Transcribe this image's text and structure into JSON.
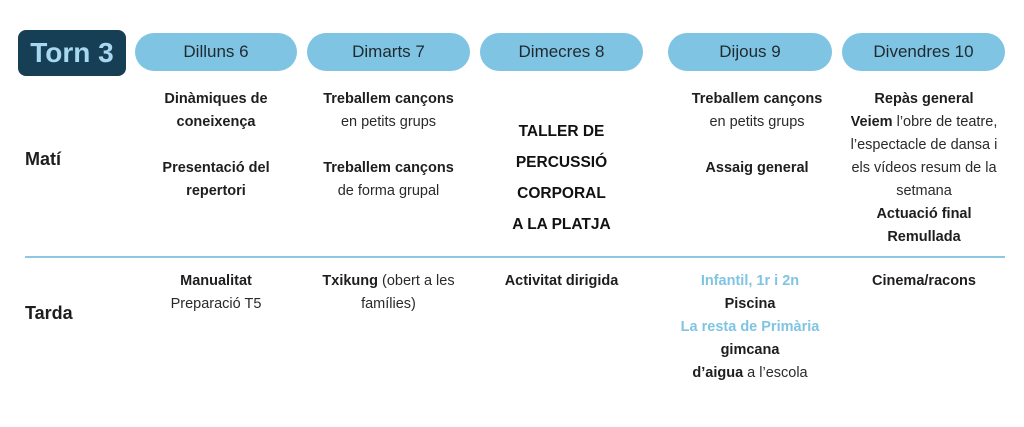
{
  "header": {
    "torn": "Torn 3",
    "days": [
      "Dilluns 6",
      "Dimarts 7",
      "Dimecres 8",
      "Dijous 9",
      "Divendres 10"
    ]
  },
  "rows": {
    "mati": "Matí",
    "tarda": "Tarda"
  },
  "mati": {
    "dilluns": {
      "act1": "Dinàmiques de coneixença",
      "act2": "Presentació del repertori"
    },
    "dimarts": {
      "act1_bold": "Treballem cançons",
      "act1_rest": "en petits grups",
      "act2_bold": "Treballem cançons",
      "act2_rest": "de forma grupal"
    },
    "dimecres": {
      "line1": "TALLER DE",
      "line2": "PERCUSSIÓ",
      "line3": "CORPORAL",
      "line4": "A LA PLATJA"
    },
    "dijous": {
      "act1_bold": "Treballem cançons",
      "act1_rest": "en petits grups",
      "act2": "Assaig general"
    },
    "divendres": {
      "act1": "Repàs general",
      "act2_bold": "Veiem",
      "act2_rest": "l’obre de teatre, l’espectacle de dansa i els vídeos resum de la setmana",
      "act3": "Actuació final",
      "act4": "Remullada"
    }
  },
  "tarda": {
    "dilluns": {
      "act1": "Manualitat",
      "act2": "Preparació T5"
    },
    "dimarts": {
      "act1_bold": "Txikung",
      "act1_rest": "(obert a les famílies)"
    },
    "dimecres": {
      "act1": "Activitat dirigida"
    },
    "dijous": {
      "grp1": "Infantil, 1r i 2n",
      "act1": "Piscina",
      "grp2": "La resta de Primària",
      "act2_bold1": "gimcana",
      "act2_bold2": "d’aigua",
      "act2_rest": "a l’escola"
    },
    "divendres": {
      "act1": "Cinema/racons"
    }
  },
  "colors": {
    "accent": "#7fc4e2",
    "torn_bg": "#163e54",
    "divider": "#8cc8e0"
  }
}
